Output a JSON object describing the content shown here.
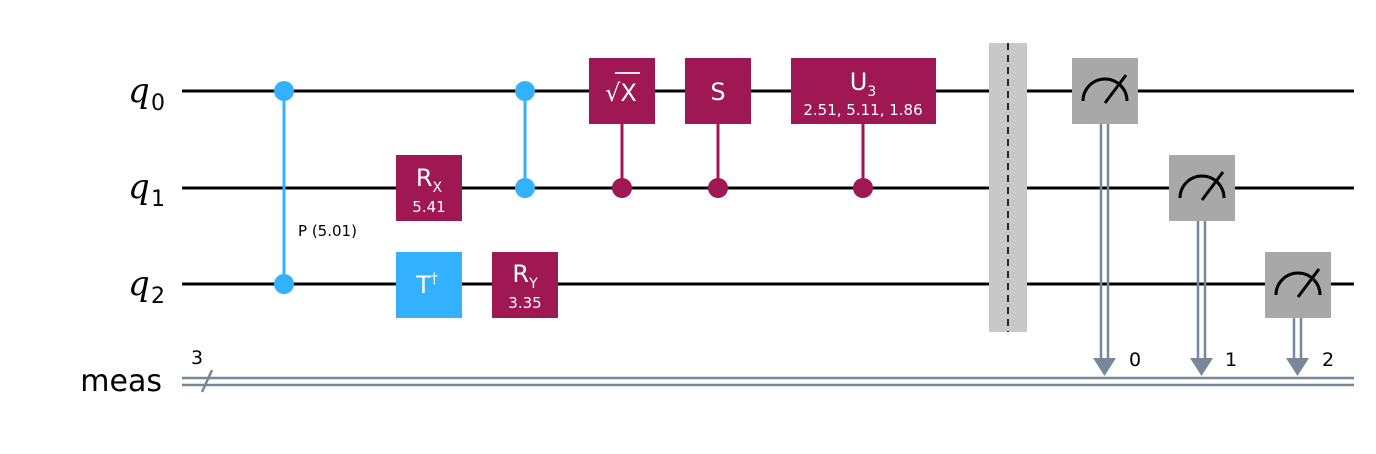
{
  "colors": {
    "gate_magenta": "#9f1853",
    "gate_cyan": "#33b1ff",
    "measure_gray": "#a8a8a8",
    "barrier_gray": "#c8c8c8",
    "classical_wire": "#778899",
    "wire": "#000000"
  },
  "wires": {
    "q0": {
      "letter": "q",
      "index": "0"
    },
    "q1": {
      "letter": "q",
      "index": "1"
    },
    "q2": {
      "letter": "q",
      "index": "2"
    },
    "meas": {
      "label": "meas",
      "size": "3"
    }
  },
  "gates": {
    "cp": {
      "label": "P (5.01)"
    },
    "rx": {
      "base": "R",
      "sub": "X",
      "param": "5.41"
    },
    "tdg": {
      "base": "T",
      "sup": "†"
    },
    "ry": {
      "base": "R",
      "sub": "Y",
      "param": "3.35"
    },
    "csx": {
      "radical": "√",
      "label": "X"
    },
    "cs": {
      "label": "S"
    },
    "cu3": {
      "base": "U",
      "sub": "3",
      "param": "2.51, 5.11, 1.86"
    }
  },
  "measurements": {
    "m0": {
      "bit": "0",
      "icon": "meter-icon"
    },
    "m1": {
      "bit": "1",
      "icon": "meter-icon"
    },
    "m2": {
      "bit": "2",
      "icon": "meter-icon"
    }
  }
}
